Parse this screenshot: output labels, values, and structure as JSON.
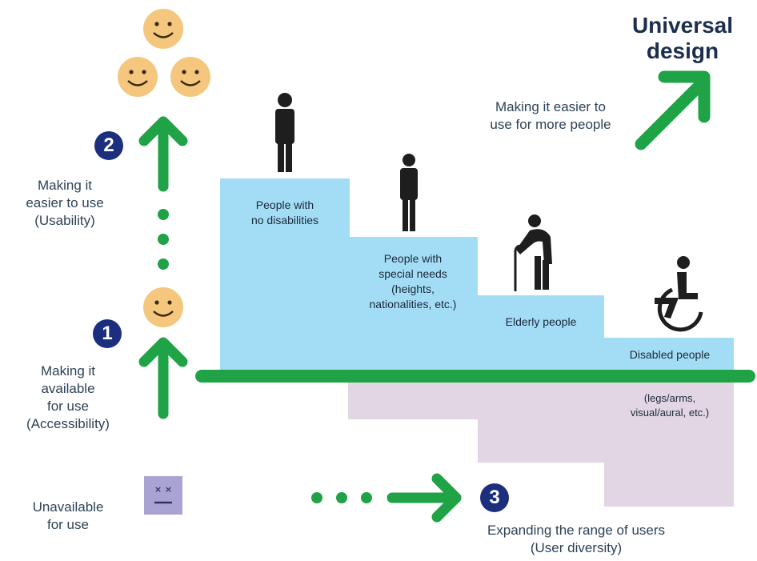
{
  "title": "Universal design",
  "title_line1": "Universal",
  "title_line2": "design",
  "universal_caption": [
    "Making it easier to",
    "use for more people"
  ],
  "usability": {
    "number": "2",
    "lines": [
      "Making it",
      "easier to use",
      "(Usability)"
    ]
  },
  "accessibility": {
    "number": "1",
    "lines": [
      "Making it",
      "available",
      "for use",
      "(Accessibility)"
    ]
  },
  "unavailable": {
    "lines": [
      "Unavailable",
      "for use"
    ]
  },
  "diversity": {
    "number": "3",
    "lines": [
      "Expanding the range of users",
      "(User diversity)"
    ]
  },
  "groups": [
    {
      "label_lines": [
        "People with",
        "no disabilities"
      ],
      "icon": "standing-person-icon"
    },
    {
      "label_lines": [
        "People with",
        "special needs",
        "(heights,",
        "nationalities, etc.)"
      ],
      "icon": "standing-person-icon"
    },
    {
      "label_lines": [
        "Elderly people"
      ],
      "icon": "elderly-person-with-cane-icon"
    },
    {
      "label_lines": [
        "Disabled people"
      ],
      "icon": "wheelchair-icon"
    }
  ],
  "disabled_note": [
    "(legs/arms,",
    "visual/aural, etc.)"
  ],
  "colors": {
    "green": "#1fa346",
    "blue_step": "#a3dcf5",
    "lavender_step": "#e2d5e4",
    "smiley": "#f5c77e",
    "sad_face": "#a9a3d4",
    "number_badge": "#1c2e7e"
  }
}
